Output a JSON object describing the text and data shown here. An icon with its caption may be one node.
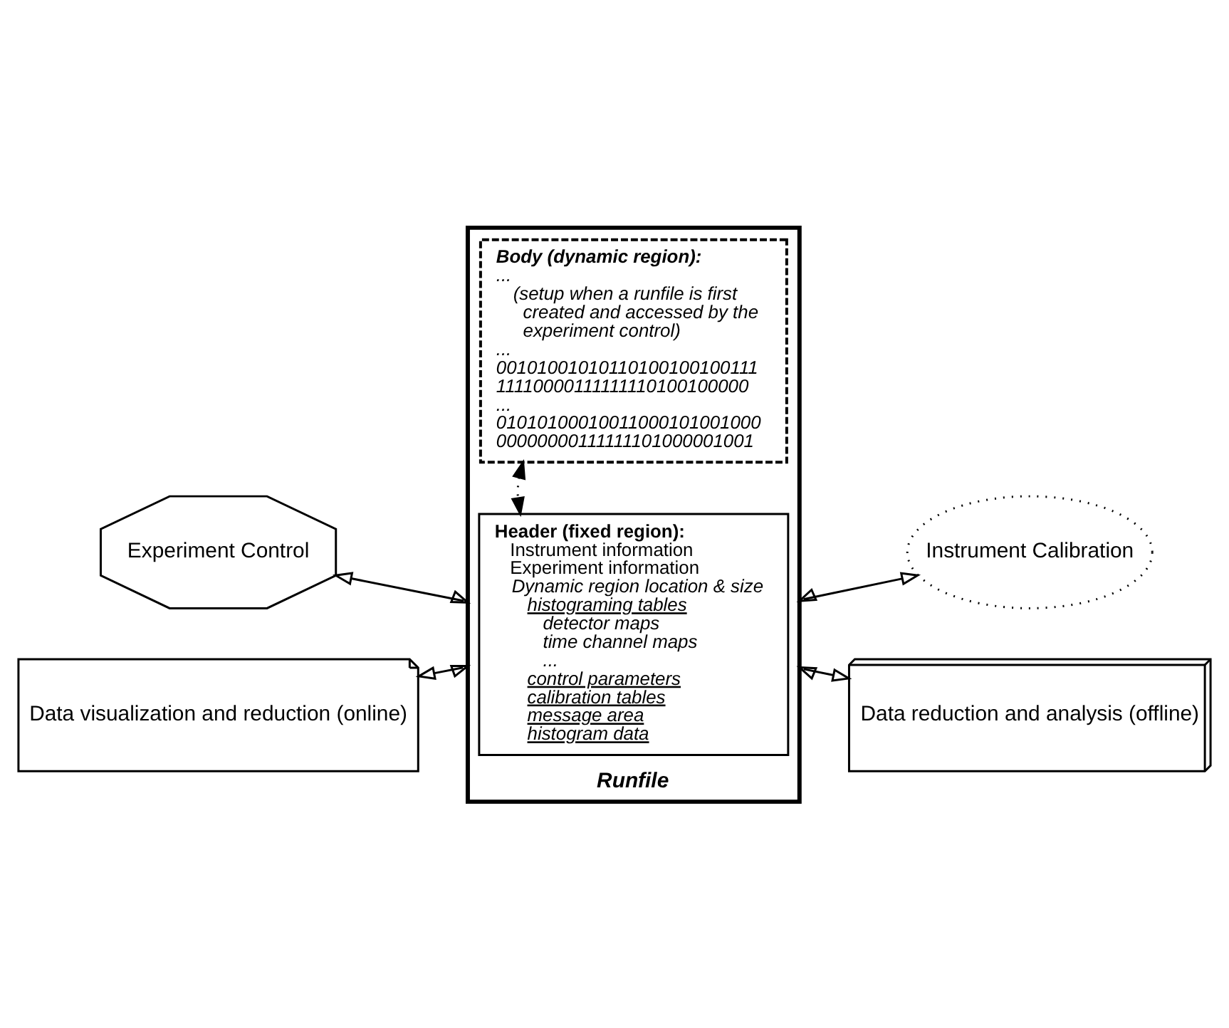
{
  "diagram": {
    "nodes": [
      {
        "text": [
          "Runfile"
        ]
      },
      {
        "text": [
          "Header (fixed region):",
          "Instrument information",
          "Experiment information",
          "Dynamic region location & size",
          "histograming tables",
          "detector maps",
          "time channel maps",
          "...",
          "control parameters",
          "calibration tables",
          "message area",
          "histogram data"
        ],
        "in": 0
      },
      {
        "text": [
          "Body (dynamic region):",
          "...",
          "(setup when a runfile is first created and accessed by the experiment control)",
          "...",
          "00101001010110100100100111",
          "11110000111111110100100000",
          "...",
          "01010100010011000101001000",
          "00000000111111101000001001"
        ],
        "in": 0
      },
      {
        "text": [
          "Experiment Control"
        ]
      },
      {
        "text": [
          "Instrument Calibration"
        ]
      },
      {
        "text": [
          "Data visualization and reduction (online)"
        ]
      },
      {
        "text": [
          "Data reduction and analysis (offline)"
        ]
      }
    ],
    "edges": [
      {
        "from": 3,
        "to": 0,
        "arrow": "both"
      },
      {
        "from": 0,
        "to": 4,
        "arrow": "both"
      },
      {
        "from": 5,
        "to": 0,
        "arrow": "both"
      },
      {
        "from": 0,
        "to": 6,
        "arrow": "both"
      },
      {
        "from": 2,
        "to": 1,
        "arrow": "both",
        "style": "dashed"
      }
    ]
  }
}
